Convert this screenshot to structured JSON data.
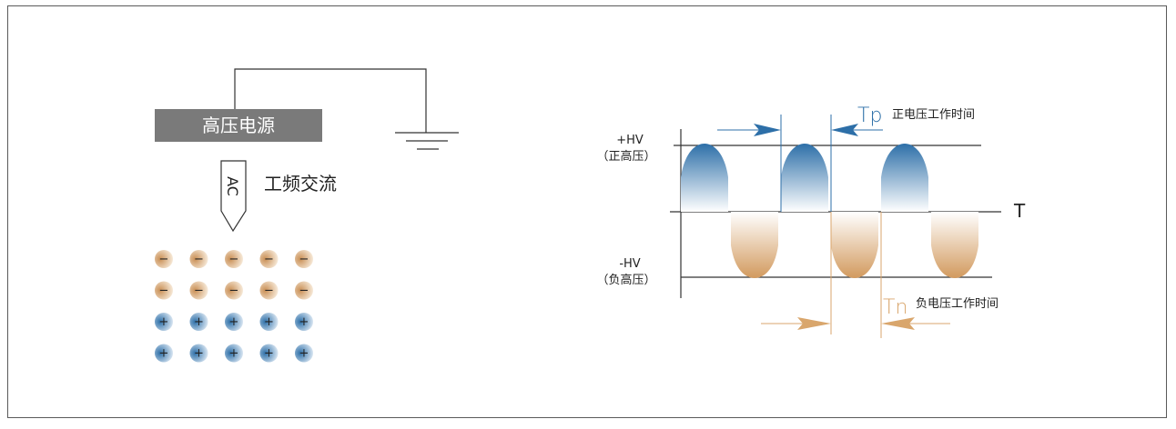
{
  "left": {
    "power_label": "高压电源",
    "ac_label": "AC",
    "freq_label": "工频交流",
    "neg_sign": "−",
    "pos_sign": "+",
    "ion_rows": [
      "negative",
      "negative",
      "positive",
      "positive"
    ],
    "ions_per_row": 5
  },
  "right": {
    "hv_pos_label": "+HV",
    "hv_pos_sub": "（正高压）",
    "hv_neg_label": "-HV",
    "hv_neg_sub": "（负高压）",
    "t_axis_label": "T",
    "tp_symbol": "Tp",
    "tp_desc": "正电压工作时间",
    "tn_symbol": "Tn",
    "tn_desc": "负电压工作时间"
  },
  "colors": {
    "positive": "#2d6fa8",
    "negative": "#d9a66c",
    "power_box": "#7a7a7a",
    "line": "#333333"
  }
}
